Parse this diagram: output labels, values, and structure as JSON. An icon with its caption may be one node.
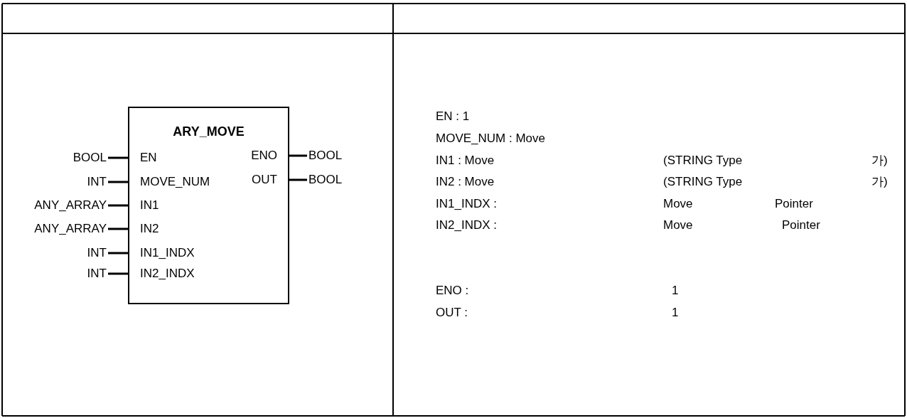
{
  "diagram": {
    "nodes": [
      {
        "text": [
          "ARY_MOVE"
        ]
      },
      {
        "text": [
          "BOOL"
        ]
      },
      {
        "text": [
          "INT"
        ]
      },
      {
        "text": [
          "ANY_ARRAY"
        ]
      },
      {
        "text": [
          "ANY_ARRAY"
        ]
      },
      {
        "text": [
          "INT"
        ]
      },
      {
        "text": [
          "INT"
        ]
      },
      {
        "text": [
          "BOOL"
        ]
      },
      {
        "text": [
          "BOOL"
        ]
      }
    ],
    "edges": [
      {
        "from": 1,
        "to": 0,
        "arrow": "none"
      },
      {
        "from": 2,
        "to": 0,
        "arrow": "none"
      },
      {
        "from": 3,
        "to": 0,
        "arrow": "none"
      },
      {
        "from": 4,
        "to": 0,
        "arrow": "none"
      },
      {
        "from": 5,
        "to": 0,
        "arrow": "none"
      },
      {
        "from": 6,
        "to": 0,
        "arrow": "none"
      },
      {
        "from": 0,
        "to": 7,
        "arrow": "none"
      },
      {
        "from": 0,
        "to": 8,
        "arrow": "none"
      }
    ],
    "labels": [
      "EN",
      "ENO",
      "MOVE_NUM",
      "OUT",
      "IN1",
      "IN2",
      "IN1_INDX",
      "IN2_INDX",
      "EN : 1",
      "MOVE_NUM : Move",
      "IN1 : Move",
      "(STRING Type",
      "가)",
      "IN2 : Move",
      "(STRING Type",
      "가)",
      "IN1_INDX :",
      "Move",
      "Pointer",
      "IN2_INDX :",
      "Move",
      "Pointer",
      "ENO :",
      "1",
      "OUT :",
      "1"
    ]
  }
}
